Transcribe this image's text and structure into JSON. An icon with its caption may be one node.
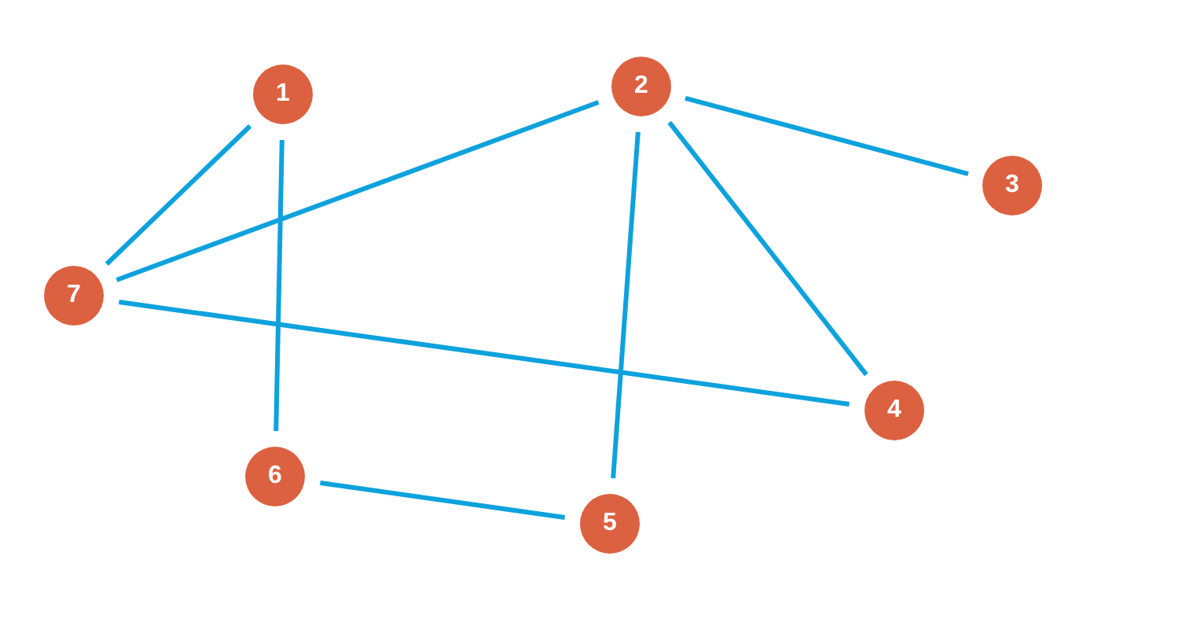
{
  "diagram": {
    "nodes": [
      {
        "text": [
          "1"
        ]
      },
      {
        "text": [
          "2"
        ]
      },
      {
        "text": [
          "3"
        ]
      },
      {
        "text": [
          "4"
        ]
      },
      {
        "text": [
          "5"
        ]
      },
      {
        "text": [
          "6"
        ]
      },
      {
        "text": [
          "7"
        ]
      }
    ],
    "edges": [
      {
        "from": 0,
        "to": 6,
        "arrow": "none"
      },
      {
        "from": 0,
        "to": 5,
        "arrow": "none"
      },
      {
        "from": 1,
        "to": 6,
        "arrow": "none"
      },
      {
        "from": 1,
        "to": 4,
        "arrow": "none"
      },
      {
        "from": 1,
        "to": 3,
        "arrow": "none"
      },
      {
        "from": 1,
        "to": 2,
        "arrow": "none"
      },
      {
        "from": 6,
        "to": 3,
        "arrow": "none"
      },
      {
        "from": 5,
        "to": 4,
        "arrow": "none"
      }
    ]
  }
}
